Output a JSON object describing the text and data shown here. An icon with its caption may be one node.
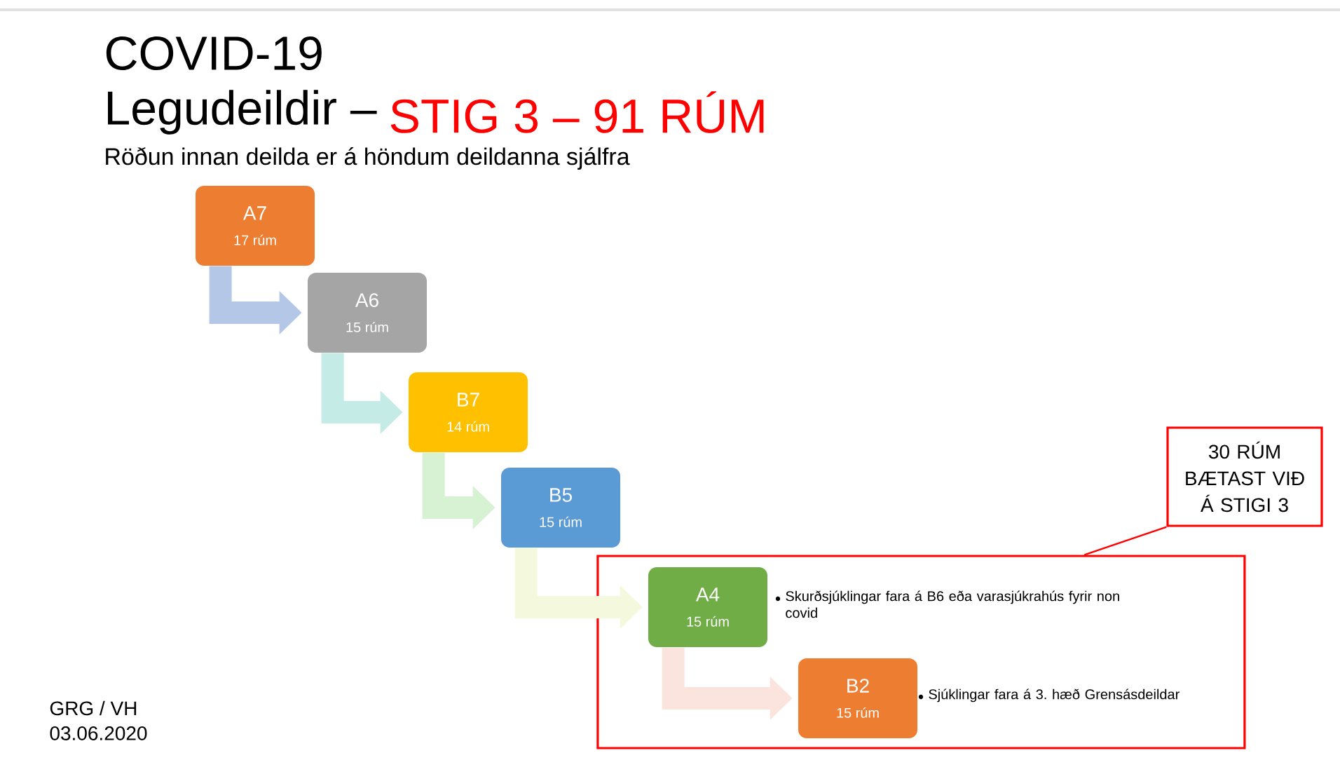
{
  "diagram": {
    "title": "COVID-19",
    "nodes": [
      {
        "text": [
          "A7",
          "17 rúm"
        ]
      },
      {
        "text": [
          "A6",
          "15 rúm"
        ]
      },
      {
        "text": [
          "B7",
          "14 rúm"
        ]
      },
      {
        "text": [
          "B5",
          "15 rúm"
        ]
      },
      {
        "text": [
          "30 RÚM BÆTAST VIÐ Á STIGI 3"
        ]
      },
      {
        "text": [],
        "shape": "box"
      },
      {
        "text": [
          "A4",
          "15 rúm"
        ],
        "in": 5,
        "beside": [
          "Skurðsjúklingar fara á B6 eða varasjúkrahús fyrir non covid"
        ]
      },
      {
        "text": [
          "B2",
          "15 rúm"
        ],
        "in": 5,
        "beside": [
          "Sjúklingar fara á 3. hæð Grensásdeildar"
        ]
      }
    ],
    "edges": [
      {
        "from": 0,
        "to": 1,
        "arrow": "to",
        "color": "#b4c7e7"
      },
      {
        "from": 1,
        "to": 2,
        "arrow": "to",
        "color": "#c5ebe6"
      },
      {
        "from": 2,
        "to": 3,
        "arrow": "to",
        "color": "#d6f2d2"
      },
      {
        "from": 3,
        "to": 6,
        "arrow": "to",
        "color": "#f4f8dc"
      },
      {
        "from": 6,
        "to": 7,
        "arrow": "to",
        "color": "#fbe4dd"
      },
      {
        "from": 4,
        "to": 5,
        "arrow": "none",
        "color": "#ff0000"
      }
    ],
    "labels": [
      "Legudeildir –",
      "STIG 3 – 91 RÚM",
      "Röðun innan deilda er á höndum deildanna sjálfra",
      "GRG / VH",
      "03.06.2020"
    ]
  }
}
